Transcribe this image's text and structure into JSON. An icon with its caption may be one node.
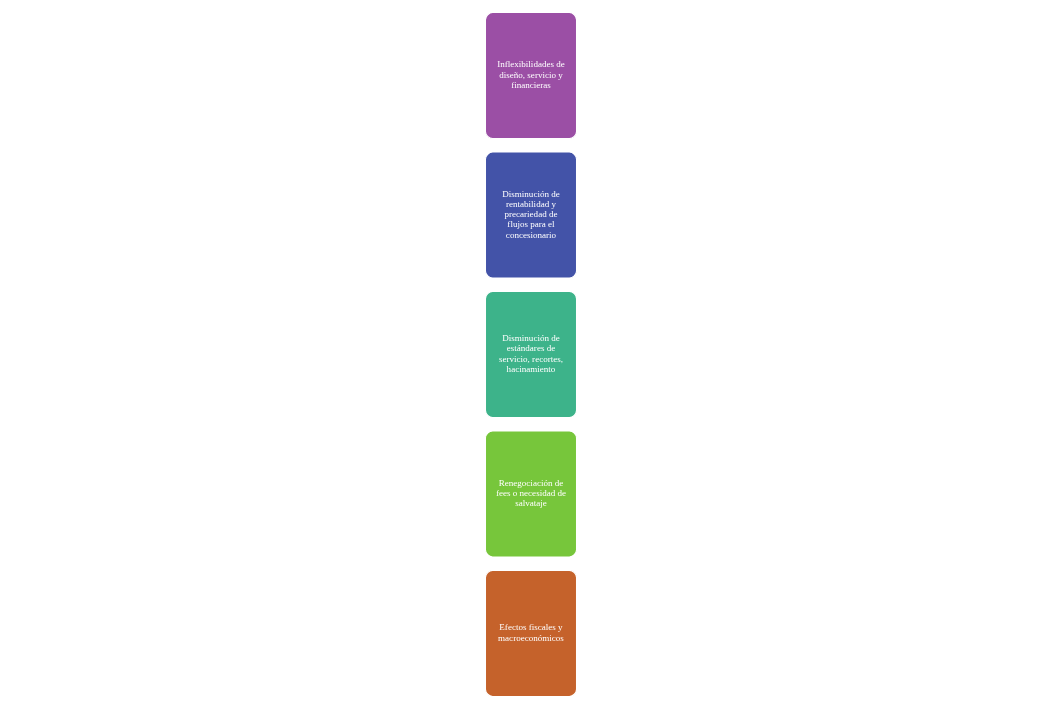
{
  "diagram": {
    "nodes": [
      {
        "text": [
          "Inflexibilidades de diseño, servicio y financieras"
        ]
      },
      {
        "text": [
          "Disminución de rentabilidad y precariedad de flujos para el concesionario"
        ]
      },
      {
        "text": [
          "Disminución de estándares de servicio, recortes, hacinamiento"
        ]
      },
      {
        "text": [
          "Renegociación de fees o necesidad de salvataje"
        ]
      },
      {
        "text": [
          "Efectos fiscales y macroeconómicos"
        ]
      }
    ]
  }
}
